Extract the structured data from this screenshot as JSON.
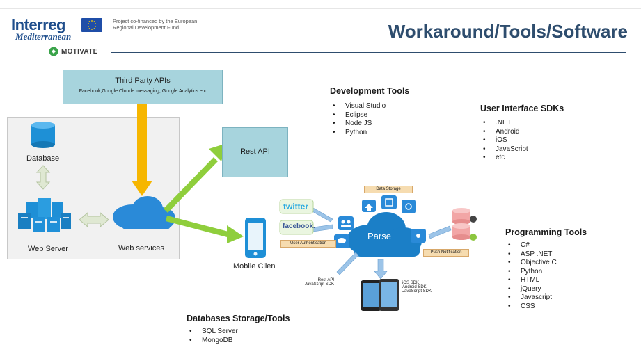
{
  "header": {
    "logo_main": "Interreg",
    "logo_sub": "Mediterranean",
    "cofinance_line1": "Project co-financed by the European",
    "cofinance_line2": "Regional Development Fund",
    "motivate": "MOTIVATE",
    "title": "Workaround/Tools/Software"
  },
  "diagram": {
    "third_party_title": "Third Party APIs",
    "third_party_sub": "Facebook,Google Cloude messaging, Google Analytics etc",
    "database": "Database",
    "web_server": "Web Server",
    "web_services": "Web services",
    "rest_api": "Rest API",
    "mobile_client": "Mobile Clien",
    "parse": {
      "center": "Parse",
      "data_storage": "Data Storage",
      "user_auth": "User Authentication",
      "push": "Push Notification",
      "twitter": "twitter",
      "facebook": "facebook.",
      "rest_line1": "Rest API",
      "rest_line2": "JavaScript SDK",
      "sdk_line1": "iOS SDK",
      "sdk_line2": "Android SDK",
      "sdk_line3": "JavaScript SDK"
    }
  },
  "dev_tools": {
    "heading": "Development Tools",
    "items": [
      "Visual Studio",
      "Eclipse",
      "Node JS",
      "Python"
    ]
  },
  "ui_sdks": {
    "heading": "User Interface SDKs",
    "items": [
      ".NET",
      "Android",
      "iOS",
      "JavaScript",
      "etc"
    ]
  },
  "prog_tools": {
    "heading": "Programming Tools",
    "items": [
      "C#",
      "ASP .NET",
      "Objective C",
      "Python",
      "HTML",
      "jQuery",
      "Javascript",
      "CSS"
    ]
  },
  "db_tools": {
    "heading": "Databases Storage/Tools",
    "items": [
      "SQL Server",
      "MongoDB"
    ]
  },
  "colors": {
    "title": "#2e4d6e",
    "box": "#a7d4dd",
    "arrow_orange": "#f6b600",
    "arrow_green": "#8fce3c",
    "cloud": "#2a8ad8"
  }
}
